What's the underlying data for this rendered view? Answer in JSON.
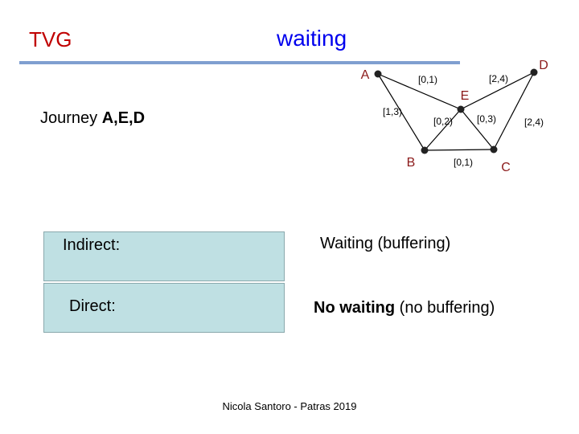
{
  "title": "TVG",
  "subtitle": "waiting",
  "journey": {
    "prefix": "Journey ",
    "path": "A,E,D"
  },
  "graph": {
    "nodes": [
      {
        "id": "A",
        "label": "A"
      },
      {
        "id": "B",
        "label": "B"
      },
      {
        "id": "C",
        "label": "C"
      },
      {
        "id": "D",
        "label": "D"
      },
      {
        "id": "E",
        "label": "E"
      }
    ],
    "edges": [
      {
        "from": "A",
        "to": "E",
        "label": "[0,1)"
      },
      {
        "from": "E",
        "to": "D",
        "label": "[2,4)"
      },
      {
        "from": "A",
        "to": "B",
        "label": "[1,3)"
      },
      {
        "from": "E",
        "to": "B",
        "label": "[0,2)"
      },
      {
        "from": "E",
        "to": "C",
        "label": "[0,3)"
      },
      {
        "from": "B",
        "to": "C",
        "label": "[0,1)"
      },
      {
        "from": "D",
        "to": "C",
        "label": "[2,4)"
      }
    ],
    "colors": {
      "node": "#222222",
      "edge": "#000000",
      "node_label": "#8b1a1a"
    }
  },
  "rows": [
    {
      "label": "Indirect:",
      "desc_bold": "",
      "desc_rest": "Waiting  (buffering)"
    },
    {
      "label": "Direct:",
      "desc_bold": "No waiting",
      "desc_rest": " (no buffering)"
    }
  ],
  "footer": "Nicola Santoro - Patras 2019",
  "colors": {
    "title": "#c00000",
    "subtitle": "#0000ee",
    "rule": "#7f9fd0",
    "box_fill": "#bfe0e3"
  }
}
